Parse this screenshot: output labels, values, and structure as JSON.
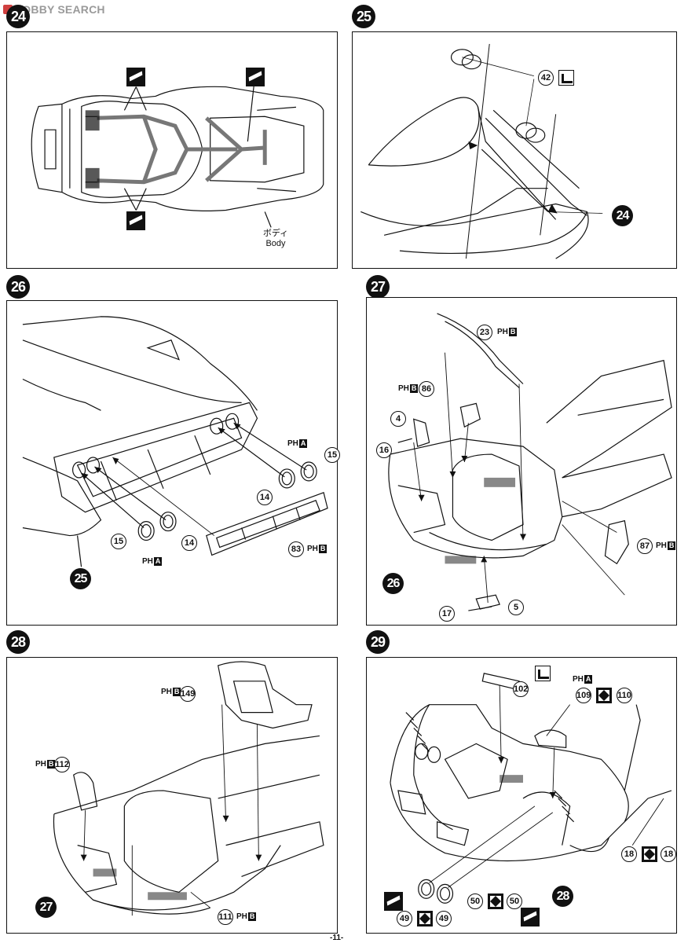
{
  "watermark": {
    "text": "HOBBY SEARCH"
  },
  "page_number": "-11-",
  "steps": {
    "s24": {
      "number": "24",
      "body_jp": "ボディ",
      "body_en": "Body"
    },
    "s25": {
      "number": "25",
      "parts": {
        "p42": "42"
      },
      "ref": "24"
    },
    "s26": {
      "number": "26",
      "parts": {
        "p15a": "15",
        "p15b": "15",
        "p14a": "14",
        "p14b": "14",
        "p83": "83"
      },
      "code_a": "PH",
      "code_a_box": "A",
      "code_b": "PH",
      "code_b_box": "B",
      "ref": "25"
    },
    "s27": {
      "number": "27",
      "parts": {
        "p23": "23",
        "p86": "86",
        "p4": "4",
        "p16": "16",
        "p87": "87",
        "p17": "17",
        "p5": "5"
      },
      "code": "PH",
      "code_box": "B",
      "ref": "26"
    },
    "s28": {
      "number": "28",
      "parts": {
        "p149": "149",
        "p112": "112",
        "p111": "111"
      },
      "code": "PH",
      "code_box": "B",
      "ref": "27"
    },
    "s29": {
      "number": "29",
      "parts": {
        "p102": "102",
        "p109": "109",
        "p110": "110",
        "p18a": "18",
        "p18b": "18",
        "p49a": "49",
        "p49b": "49",
        "p50a": "50",
        "p50b": "50"
      },
      "code": "PH",
      "code_box": "A",
      "ref": "28"
    }
  }
}
